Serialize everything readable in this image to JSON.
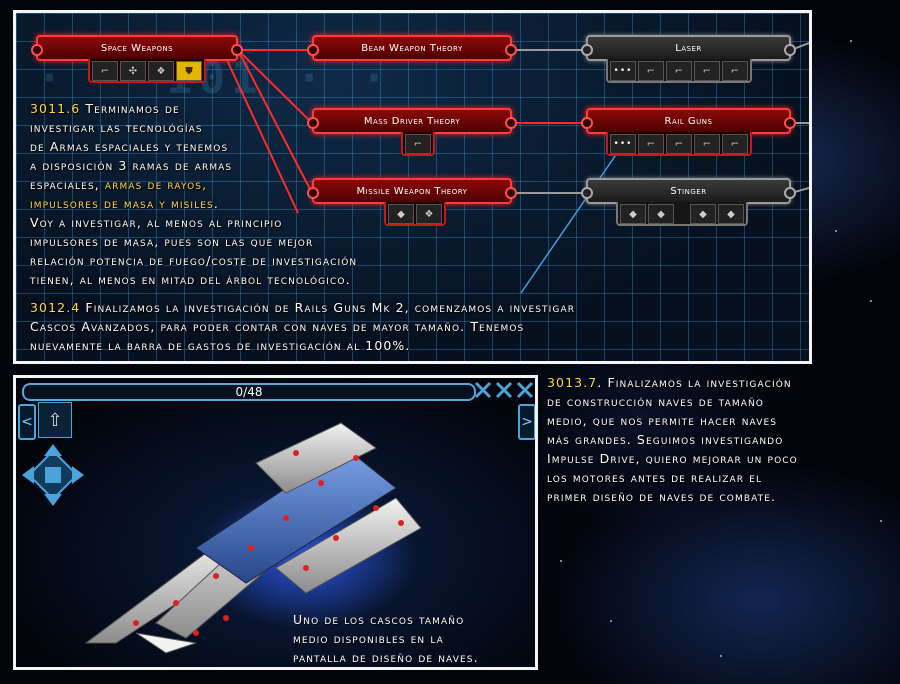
{
  "tech_tree": {
    "nodes": [
      {
        "label": "Space Weapons"
      },
      {
        "label": "Beam Weapon Theory"
      },
      {
        "label": "Mass Driver Theory"
      },
      {
        "label": "Missile Weapon Theory"
      },
      {
        "label": "Laser"
      },
      {
        "label": "Rail Guns"
      },
      {
        "label": "Stinger"
      }
    ],
    "more_glyph": "•••"
  },
  "story": {
    "p1_date": "3011.6",
    "p1_line1": "Terminamos de",
    "p1_line2": "investigar las tecnológías",
    "p1_line3": "de Armas espaciales y tenemos",
    "p1_line4": "a disposición 3 ramas de armas",
    "p1_line5a": "espaciales,",
    "p1_line5b": "armas de rayos,",
    "p1_line6a": "impulsores de masa y misiles",
    "p1_line6b": ".",
    "p1_line7": "Voy a investigar, al menos al principio",
    "p1_line8": "impulsores de masa, pues son las que mejor",
    "p1_line9": "relación potencia de fuego/coste de investigación",
    "p1_line10": "tienen, al menos en mitad del árbol tecnológico.",
    "p2_date": "3012.4",
    "p2_line1": "Finalizamos la investigación de Rails Guns Mk 2, comenzamos a investigar",
    "p2_line2": "Cascos Avanzados, para poder contar con naves de mayor tamaño. Tenemos",
    "p2_line3": "nuevamente la barra de gastos de investigación al 100%.",
    "p3_date": "3013.7",
    "p3_line1": ". Finalizamos la investigación",
    "p3_line2": "de construcción naves de tamaño",
    "p3_line3": "medio, que nos permite hacer naves",
    "p3_line4": "más grandes. Seguimos investigando",
    "p3_line5": "Impulse Drive, quiero mejorar un poco",
    "p3_line6": "los motores antes de realizar el",
    "p3_line7": "primer diseño de naves de combate."
  },
  "ship_designer": {
    "progress_label": "0/48",
    "left_arrow": "<",
    "right_arrow": ">",
    "caption_line1": "Uno de los cascos tamaño",
    "caption_line2": "medio disponibles en la",
    "caption_line3": "pantalla de diseño de naves."
  },
  "colors": {
    "accent_yellow": "#ffd84a",
    "node_red": "#ff3b3b",
    "grid_blue": "#3ca0e6"
  }
}
